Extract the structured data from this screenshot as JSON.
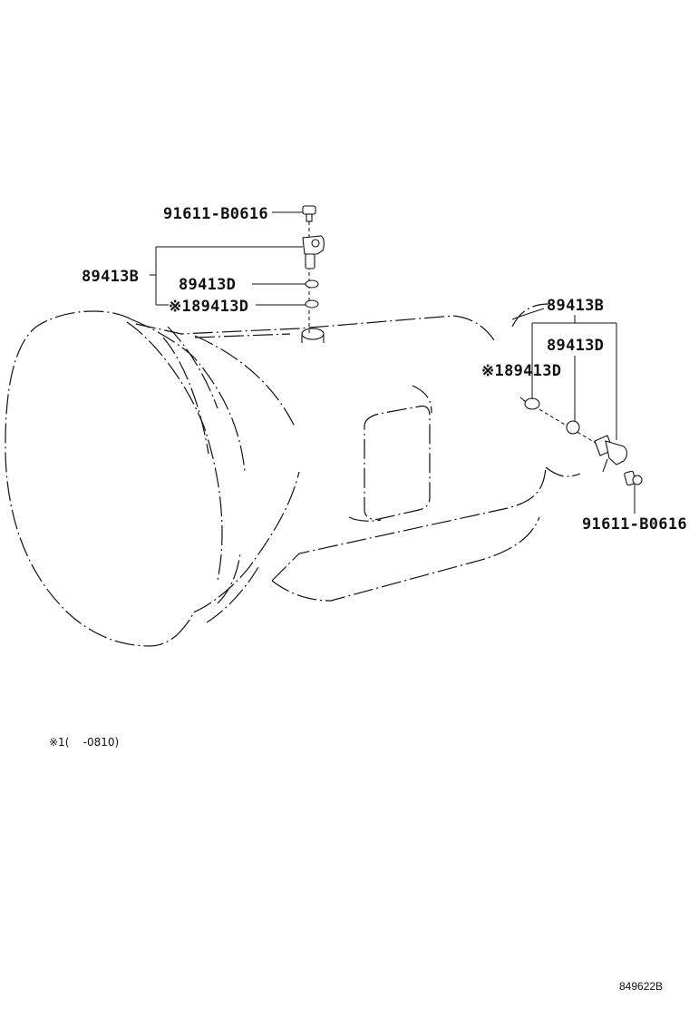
{
  "labels": {
    "bolt_top": "91611-B0616",
    "sensor_top": "89413B",
    "oring_top": "89413D",
    "oring_top_note": "※189413D",
    "sensor_right": "89413B",
    "oring_right": "89413D",
    "oring_right_note": "※189413D",
    "bolt_right": "91611-B0616"
  },
  "footnote": "※1(    -0810)",
  "figure_id": "849622B"
}
